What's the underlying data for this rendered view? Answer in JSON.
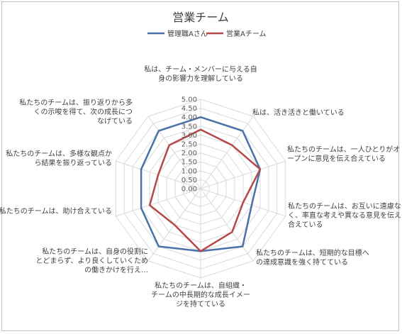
{
  "chart_data": {
    "type": "radar",
    "title": "営業チーム",
    "legend_position": "top",
    "rlim": [
      0,
      5
    ],
    "ticks": [
      "0.00",
      "0.50",
      "1.00",
      "1.50",
      "2.00",
      "2.50",
      "3.00",
      "3.50",
      "4.00",
      "4.50",
      "5.00"
    ],
    "categories": [
      "私は、チーム・メンバーに与える自身の影響力を理解している",
      "私は、活き活きと働いている",
      "私たちのチームは、一人ひとりがオープンに意見を伝え合えている",
      "私たちのチームは、お互いに遠慮なく、率直な考えや異なる意見を伝え合えている",
      "私たちのチームは、短期的な目標への達成意識を強く持てている",
      "私たちのチームは、自組織・チームの中長期的な成長イメージを持てている",
      "私たちのチームは、自身の役割にとどまらず、より良くしていくための働きかけを行え…",
      "私たちのチームは、助け合えている",
      "私たちのチームは、多様な観点から結果を振り返っている",
      "私たちのチームは、振り返りから多くの示唆を得て、次の成長につなげている"
    ],
    "series": [
      {
        "name": "管理職Aさん",
        "color": "#4a72a8",
        "values": [
          4.0,
          4.0,
          3.5,
          3.0,
          4.0,
          3.5,
          4.0,
          3.5,
          3.5,
          4.0
        ]
      },
      {
        "name": "営業Aチーム",
        "color": "#b54848",
        "values": [
          3.3,
          3.0,
          3.5,
          2.5,
          3.0,
          3.5,
          2.5,
          3.0,
          2.5,
          3.0
        ]
      }
    ]
  }
}
